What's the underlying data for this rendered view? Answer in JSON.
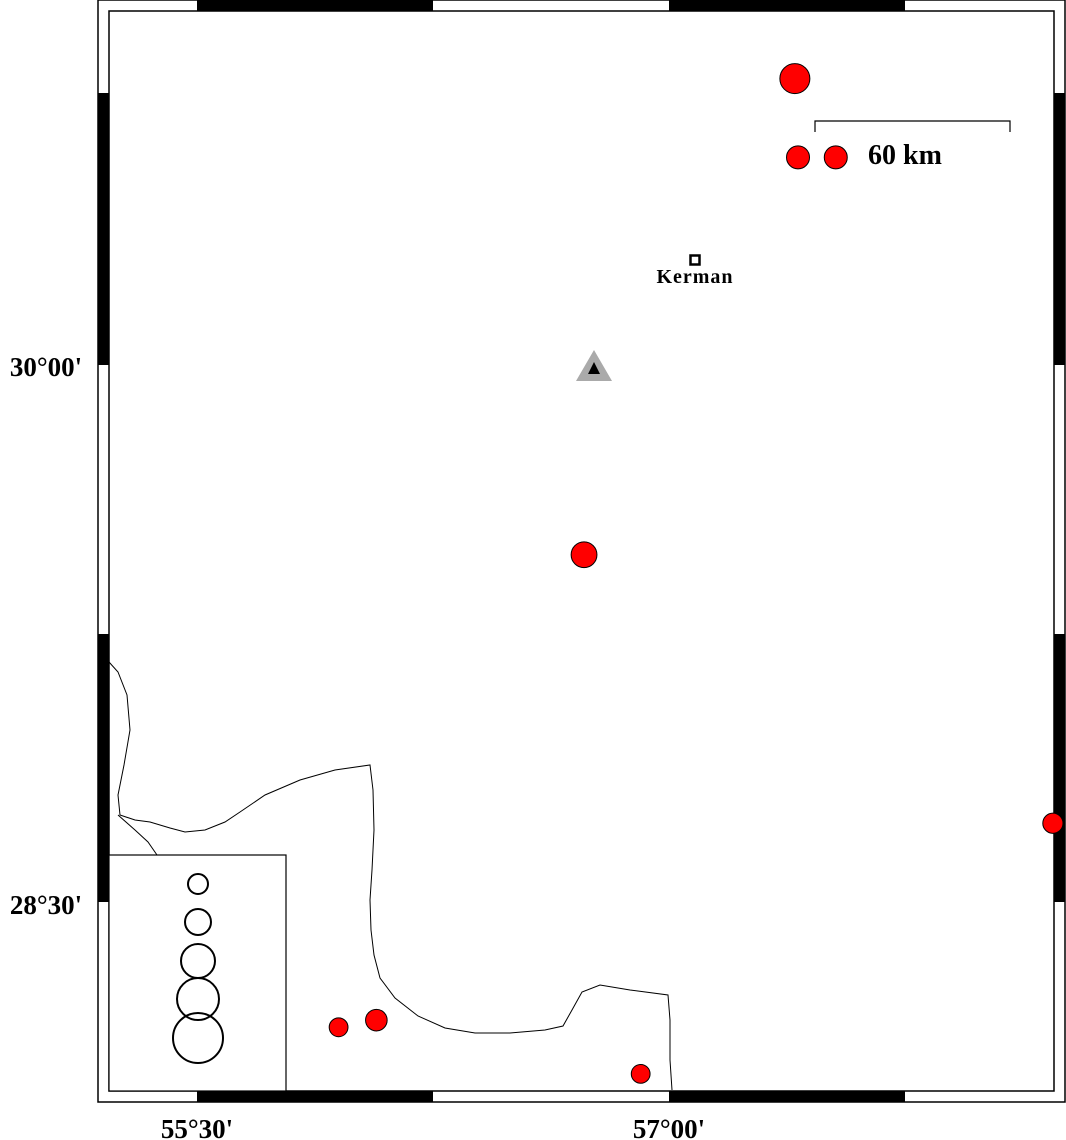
{
  "map": {
    "axes": {
      "x_ticks": [
        "55°30'",
        "57°00'"
      ],
      "y_ticks": [
        "30°00'",
        "28°30'"
      ]
    },
    "city": {
      "name": "Kerman",
      "icon": "square-marker-icon"
    },
    "station": {
      "icon": "triangle-station-icon",
      "outer_color": "#aaaaaa",
      "inner_color": "#000000"
    },
    "scale_bar": {
      "label": "60 km"
    },
    "event_color": "#ff0000",
    "events": [
      {
        "lon": 57.4,
        "lat": 30.8,
        "magnitude": 5.0
      },
      {
        "lon": 57.41,
        "lat": 30.58,
        "magnitude": 4.5
      },
      {
        "lon": 57.53,
        "lat": 30.58,
        "magnitude": 4.5
      },
      {
        "lon": 56.73,
        "lat": 29.47,
        "magnitude": 4.7
      },
      {
        "lon": 58.22,
        "lat": 28.72,
        "magnitude": 4.3
      },
      {
        "lon": 55.95,
        "lat": 28.15,
        "magnitude": 4.2
      },
      {
        "lon": 56.07,
        "lat": 28.17,
        "magnitude": 4.4
      },
      {
        "lon": 56.91,
        "lat": 28.02,
        "magnitude": 4.2
      }
    ],
    "legend": {
      "circle_count": 5,
      "icon": "magnitude-circle-icon"
    }
  }
}
